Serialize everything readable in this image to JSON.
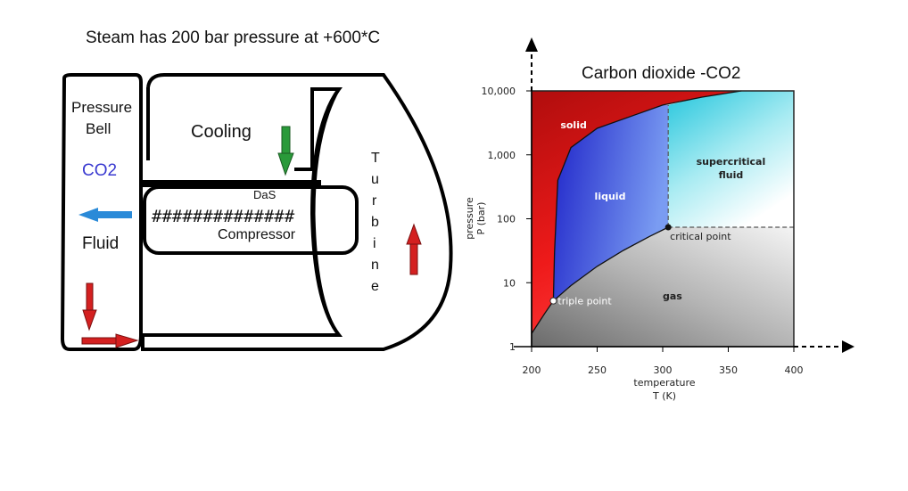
{
  "caption": "Steam has 200 bar pressure at +600*C",
  "machine": {
    "pressure_bell_line1": "Pressure",
    "pressure_bell_line2": "Bell",
    "co2_label": "CO2",
    "fluid_label": "Fluid",
    "cooling_label": "Cooling",
    "das_label": "DaS",
    "hash_row": "##############",
    "compressor_label": "Compressor",
    "turbine_letters": [
      "T",
      "u",
      "r",
      "b",
      "i",
      "n",
      "e"
    ],
    "colors": {
      "red_arrow": "#d42020",
      "blue_arrow": "#2a8ad8",
      "green_arrow": "#2a9a3a",
      "co2_text": "#3a3ad0"
    }
  },
  "chart_data": {
    "type": "phase-diagram",
    "title": "Carbon dioxide -CO2",
    "xlabel_line1": "temperature",
    "xlabel_line2": "T (K)",
    "ylabel_line1": "pressure",
    "ylabel_line2": "P (bar)",
    "x_ticks": [
      200,
      250,
      300,
      350,
      400
    ],
    "x_tick_labels": [
      "200",
      "250",
      "300",
      "350",
      "400"
    ],
    "y_ticks": [
      1,
      10,
      100,
      1000,
      10000
    ],
    "y_tick_labels": [
      "1",
      "10",
      "100",
      "1,000",
      "10,000"
    ],
    "xlim": [
      200,
      400
    ],
    "ylim": [
      1,
      10000
    ],
    "y_scale": "log",
    "regions": {
      "solid": "solid",
      "liquid": "liquid",
      "supercritical": [
        "supercritical",
        "fluid"
      ],
      "gas": "gas"
    },
    "points": {
      "triple_point": {
        "label": "triple point",
        "T": 216.6,
        "P": 5.2
      },
      "critical_point": {
        "label": "critical point",
        "T": 304.2,
        "P": 73.8
      }
    },
    "curves": {
      "sublimation": [
        [
          200,
          1.6
        ],
        [
          205,
          2.3
        ],
        [
          210,
          3.3
        ],
        [
          216.6,
          5.2
        ]
      ],
      "vaporization": [
        [
          216.6,
          5.2
        ],
        [
          230,
          9
        ],
        [
          250,
          18
        ],
        [
          270,
          32
        ],
        [
          290,
          53
        ],
        [
          304.2,
          73.8
        ]
      ],
      "melting": [
        [
          216.6,
          5.2
        ],
        [
          217.5,
          30
        ],
        [
          220,
          400
        ],
        [
          230,
          1300
        ],
        [
          250,
          2600
        ],
        [
          280,
          4300
        ],
        [
          300,
          6000
        ],
        [
          330,
          8000
        ],
        [
          360,
          10000
        ]
      ]
    },
    "colors": {
      "solid": "#e01515",
      "liquid": "#2233cc",
      "supercritical": "#3ccde0",
      "gas": "#8c8c8c"
    }
  }
}
